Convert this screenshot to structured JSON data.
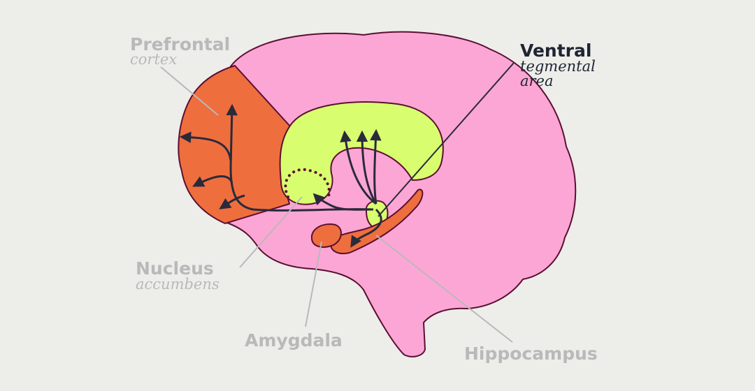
{
  "colors": {
    "background": "#ededea",
    "brain": "#fca6d6",
    "outline": "#5a1030",
    "prefrontal": "#ef6e3e",
    "dopamine_region": "#d8fd6f",
    "arrow": "#2a2a3a",
    "label_primary": "#1f2433",
    "label_muted": "#b9b9b9",
    "leader_muted": "#b9b9b9"
  },
  "labels": {
    "prefrontal": {
      "title": "Prefrontal",
      "subtitle": "cortex"
    },
    "vta": {
      "title": "Ventral",
      "subtitle_line1": "tegmental",
      "subtitle_line2": "area"
    },
    "nucleus": {
      "title": "Nucleus",
      "subtitle": "accumbens"
    },
    "amygdala": {
      "title": "Amygdala"
    },
    "hippocampus": {
      "title": "Hippocampus"
    }
  }
}
